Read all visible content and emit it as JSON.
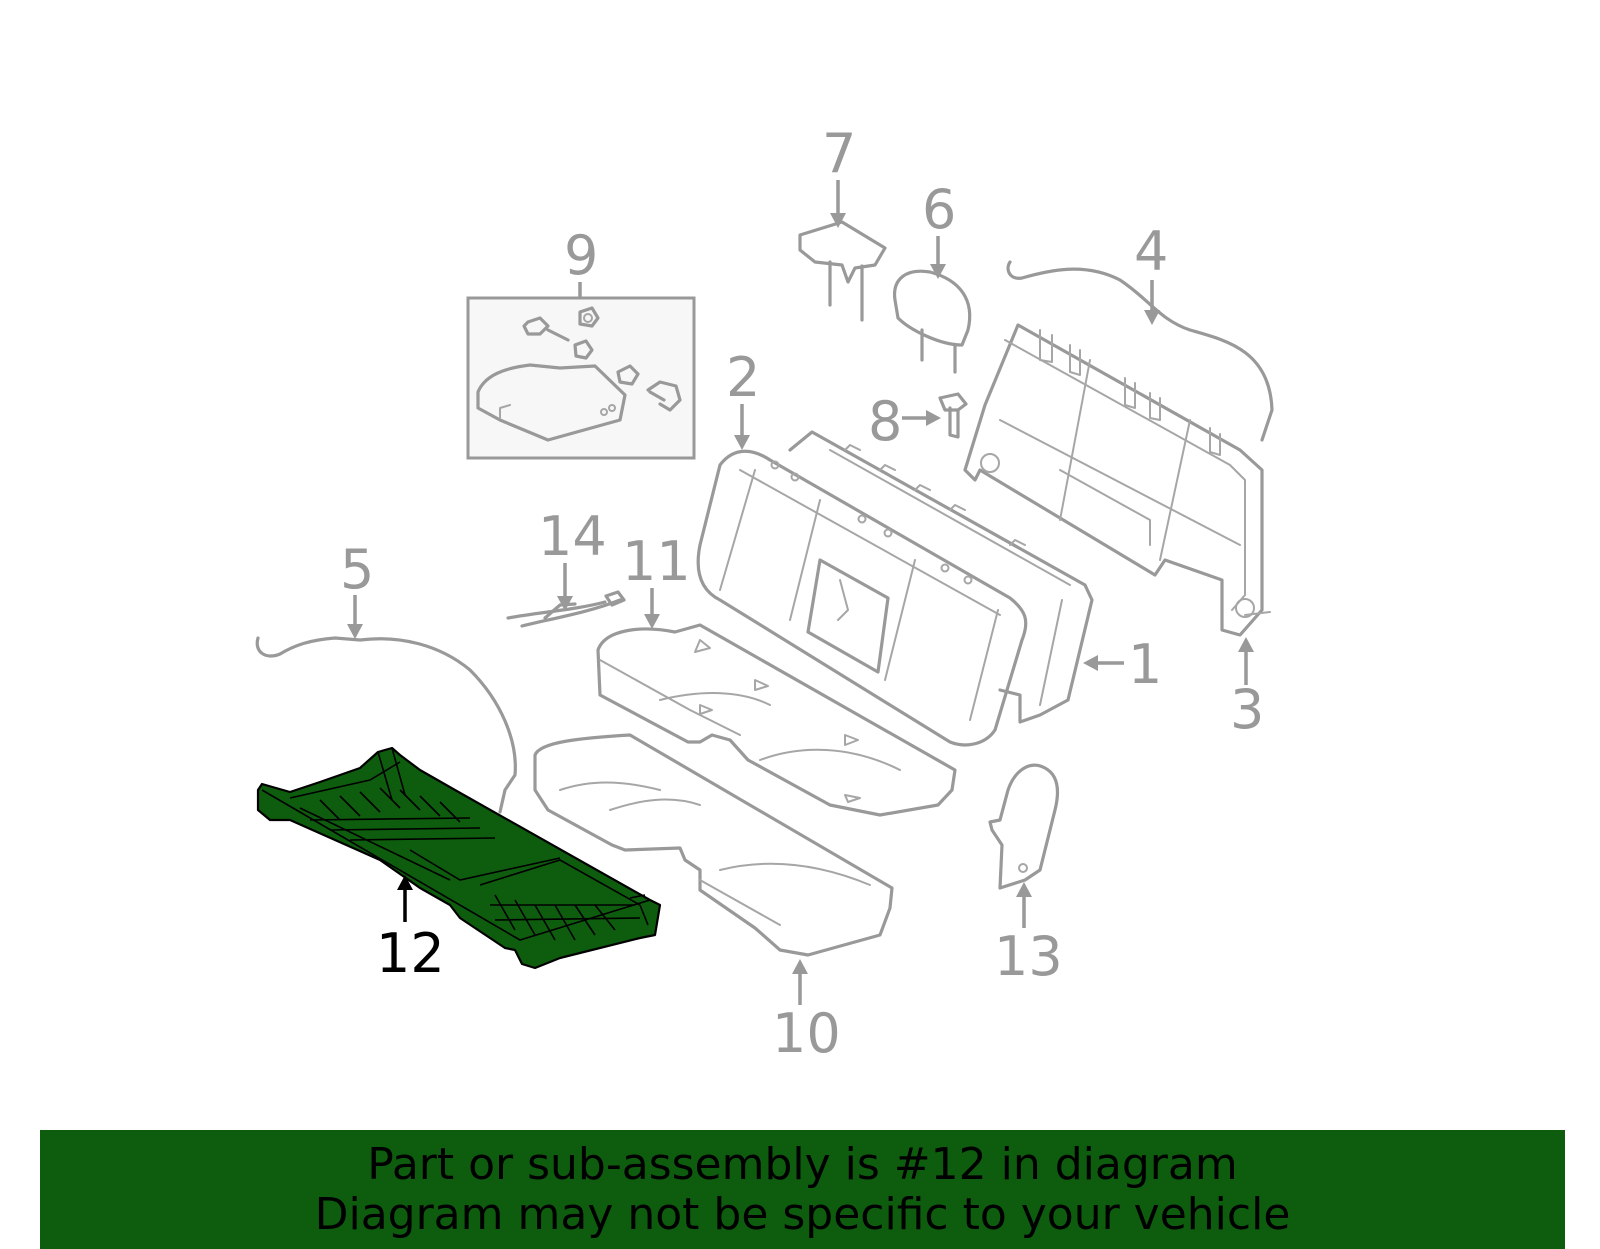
{
  "callouts": {
    "c1": "1",
    "c2": "2",
    "c3": "3",
    "c4": "4",
    "c5": "5",
    "c6": "6",
    "c7": "7",
    "c8": "8",
    "c9": "9",
    "c10": "10",
    "c11": "11",
    "c12": "12",
    "c13": "13",
    "c14": "14"
  },
  "highlighted_part": "12",
  "colors": {
    "highlight": "#0e5c0e",
    "line_art": "#999999",
    "banner_bg": "#0e5c0e"
  },
  "banner": {
    "line1": "Part or sub-assembly is #12 in diagram",
    "line2": "Diagram may not be specific to your vehicle"
  }
}
